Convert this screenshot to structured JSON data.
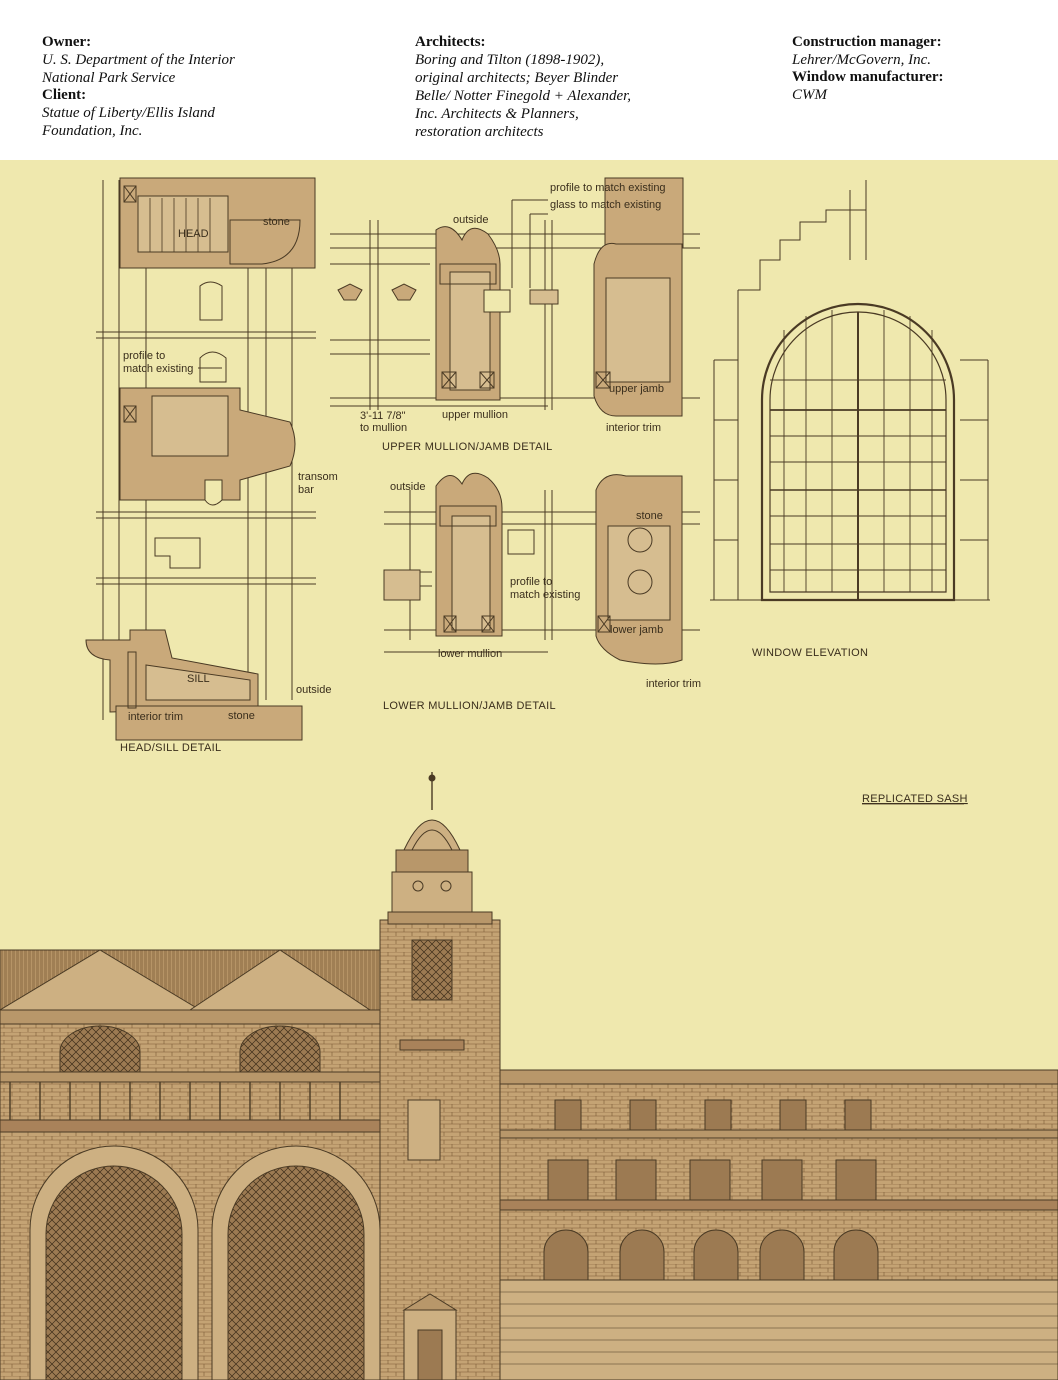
{
  "credits": {
    "owner_label": "Owner:",
    "owner_lines": [
      "U. S. Department of the Interior",
      "National Park Service"
    ],
    "client_label": "Client:",
    "client_lines": [
      "Statue of Liberty/Ellis Island",
      "Foundation, Inc."
    ],
    "architects_label": "Architects:",
    "architects_lines": [
      "Boring and Tilton (1898-1902),",
      "original architects; Beyer Blinder",
      "Belle/ Notter Finegold + Alexander,",
      "Inc. Architects & Planners,",
      "restoration architects"
    ],
    "cm_label": "Construction manager:",
    "cm_lines": [
      "Lehrer/McGovern, Inc."
    ],
    "wm_label": "Window manufacturer:",
    "wm_lines": [
      "CWM"
    ]
  },
  "drawing": {
    "head_sill": {
      "title": "HEAD/SILL DETAIL",
      "head": "HEAD",
      "stone_top": "stone",
      "profile_line1": "profile to",
      "profile_line2": "match existing",
      "transom_line1": "transom",
      "transom_line2": "bar",
      "sill": "SILL",
      "outside": "outside",
      "interior_trim": "interior trim",
      "stone_bottom": "stone"
    },
    "upper": {
      "title": "UPPER MULLION/JAMB DETAIL",
      "profile": "profile to match existing",
      "glass": "glass to match existing",
      "outside": "outside",
      "upper_jamb": "upper jamb",
      "dimension_line1": "3'-11 7/8\"",
      "dimension_line2": "to mullion",
      "upper_mullion": "upper mullion",
      "interior_trim": "interior trim"
    },
    "lower": {
      "title": "LOWER MULLION/JAMB DETAIL",
      "outside": "outside",
      "stone": "stone",
      "profile_line1": "profile to",
      "profile_line2": "match existing",
      "lower_jamb": "lower jamb",
      "lower_mullion": "lower mullion",
      "interior_trim": "interior trim"
    },
    "elevation": {
      "title": "WINDOW ELEVATION"
    },
    "replicated_sash": "REPLICATED SASH"
  },
  "colors": {
    "paper": "#efe8ae",
    "tan": "#c9a97a",
    "line": "#4a3a24",
    "brick": "#a9825a"
  }
}
